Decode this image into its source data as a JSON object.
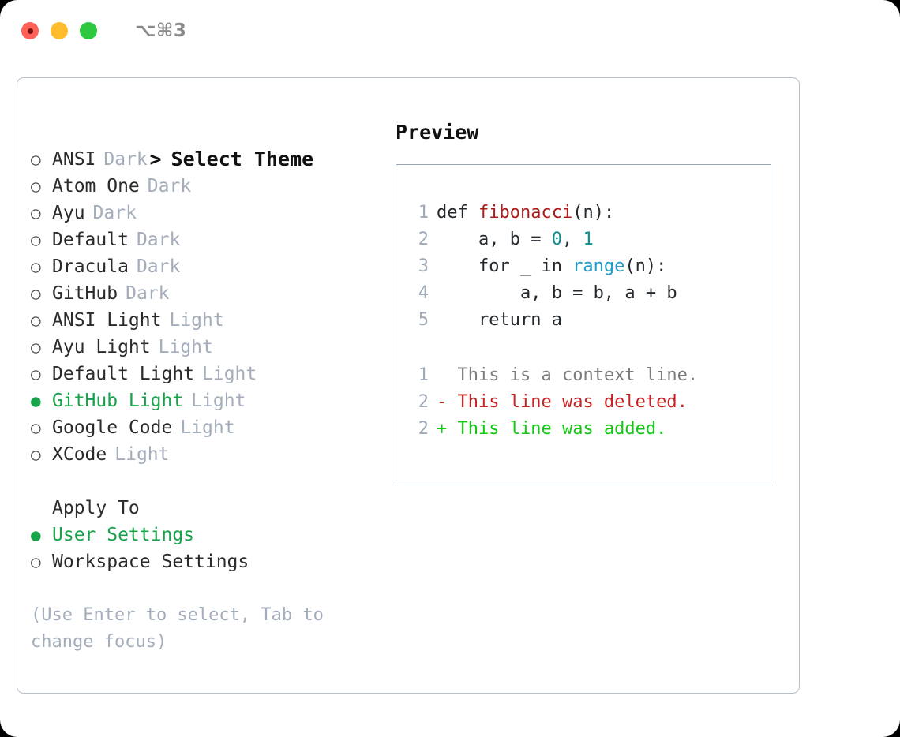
{
  "titlebar": {
    "shortcut": "⌥⌘3",
    "lights": [
      {
        "name": "close",
        "color": "#ff6159"
      },
      {
        "name": "minimize",
        "color": "#ffbd2e"
      },
      {
        "name": "zoom",
        "color": "#2bc840"
      }
    ]
  },
  "theme_list": {
    "caret": ">",
    "header": "Select Theme",
    "marker_unselected": "○",
    "marker_selected": "●",
    "selected_color": "#16a34a",
    "items": [
      {
        "label": "ANSI",
        "badge": "Dark",
        "selected": false
      },
      {
        "label": "Atom One",
        "badge": "Dark",
        "selected": false
      },
      {
        "label": "Ayu",
        "badge": "Dark",
        "selected": false
      },
      {
        "label": "Default",
        "badge": "Dark",
        "selected": false
      },
      {
        "label": "Dracula",
        "badge": "Dark",
        "selected": false
      },
      {
        "label": "GitHub",
        "badge": "Dark",
        "selected": false
      },
      {
        "label": "ANSI Light",
        "badge": "Light",
        "selected": false
      },
      {
        "label": "Ayu Light",
        "badge": "Light",
        "selected": false
      },
      {
        "label": "Default Light",
        "badge": "Light",
        "selected": false
      },
      {
        "label": "GitHub Light",
        "badge": "Light",
        "selected": true
      },
      {
        "label": "Google Code",
        "badge": "Light",
        "selected": false
      },
      {
        "label": "XCode",
        "badge": "Light",
        "selected": false
      }
    ]
  },
  "apply_to": {
    "header": "Apply To",
    "items": [
      {
        "label": "User Settings",
        "selected": true
      },
      {
        "label": "Workspace Settings",
        "selected": false
      }
    ]
  },
  "hint": "(Use Enter to select, Tab to change focus)",
  "preview": {
    "title": "Preview",
    "code_lines": [
      {
        "lineno": "1",
        "tokens": [
          {
            "text": "def ",
            "type": "plain"
          },
          {
            "text": "fibonacci",
            "type": "fn"
          },
          {
            "text": "(n):",
            "type": "plain"
          }
        ]
      },
      {
        "lineno": "2",
        "tokens": [
          {
            "text": "    a, b = ",
            "type": "plain"
          },
          {
            "text": "0",
            "type": "num"
          },
          {
            "text": ", ",
            "type": "plain"
          },
          {
            "text": "1",
            "type": "num"
          }
        ]
      },
      {
        "lineno": "3",
        "tokens": [
          {
            "text": "    for _ in ",
            "type": "plain"
          },
          {
            "text": "range",
            "type": "call"
          },
          {
            "text": "(n):",
            "type": "plain"
          }
        ]
      },
      {
        "lineno": "4",
        "tokens": [
          {
            "text": "        a, b = b, a + b",
            "type": "plain"
          }
        ]
      },
      {
        "lineno": "5",
        "tokens": [
          {
            "text": "    return a",
            "type": "plain"
          }
        ]
      }
    ],
    "diff_lines": [
      {
        "lineno": "1",
        "marker": " ",
        "text": "This is a context line.",
        "type": "ctx"
      },
      {
        "lineno": "2",
        "marker": "-",
        "text": "This line was deleted.",
        "type": "del"
      },
      {
        "lineno": "2",
        "marker": "+",
        "text": "This line was added.",
        "type": "add"
      }
    ]
  },
  "colors": {
    "accent_green": "#16a34a",
    "muted": "#a4adbb",
    "diff_add": "#14c814",
    "diff_del": "#c82121",
    "fn_red": "#a91a1a",
    "num_teal": "#0d8d8d",
    "call_blue": "#1f9ccc"
  }
}
